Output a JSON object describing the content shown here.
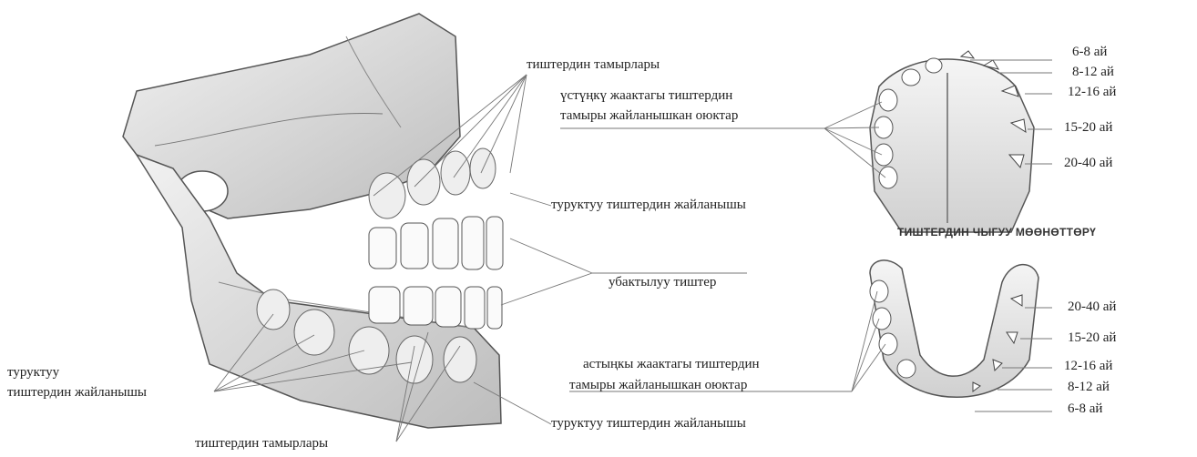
{
  "labels": {
    "upper_roots": "тиштердин тамырлары",
    "upper_sockets_line1": "үстүңкү жаактагы тиштердин",
    "upper_sockets_line2": "тамыры жайланышкан оюктар",
    "permanent_upper": "туруктуу тиштердин жайланышы",
    "temporary_teeth": "убактылуу тиштер",
    "lower_sockets_line1": "астыңкы жаактагы тиштердин",
    "lower_sockets_line2": "тамыры жайланышкан оюктар",
    "permanent_lower": "туруктуу тиштердин жайланышы",
    "permanent_left_line1": "туруктуу",
    "permanent_left_line2": "тиштердин жайланышы",
    "lower_roots": "тиштердин тамырлары"
  },
  "upper_ages": [
    "6-8 ай",
    "8-12 ай",
    "12-16 ай",
    "15-20 ай",
    "20-40 ай"
  ],
  "lower_ages": [
    "20-40 ай",
    "15-20 ай",
    "12-16 ай",
    "8-12 ай",
    "6-8 ай"
  ],
  "section_title": "ТИШТЕРДИН ЧЫГУУ МӨӨНӨТТӨРҮ"
}
